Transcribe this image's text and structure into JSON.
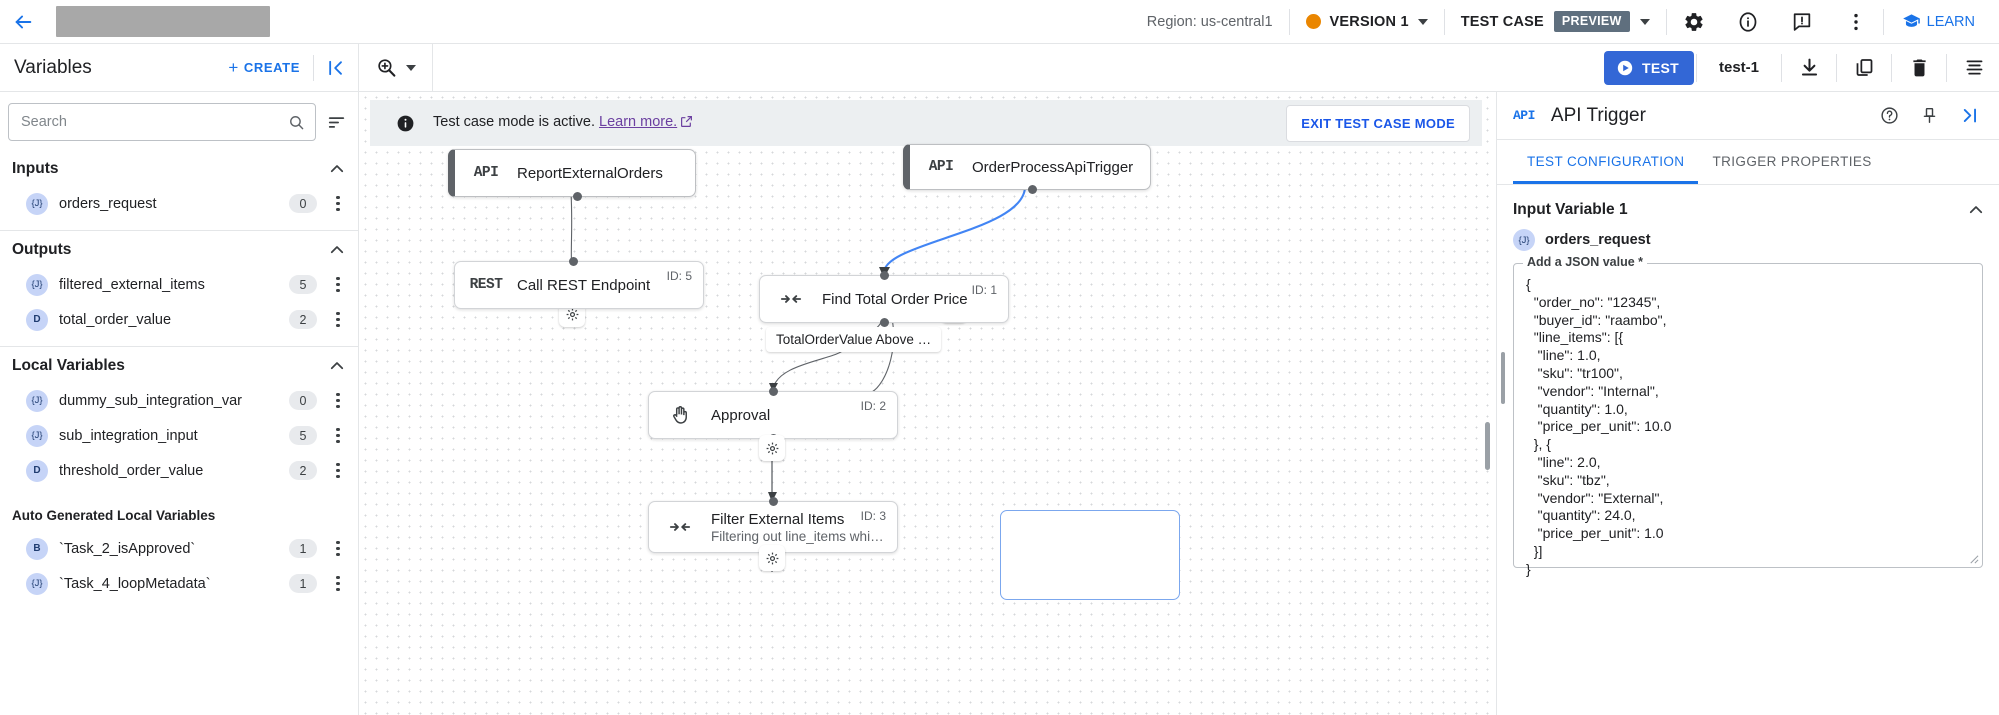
{
  "topbar": {
    "back_icon": "arrow-left-icon",
    "title_redacted": "",
    "region": "Region: us-central1",
    "version_label": "VERSION 1",
    "version_dot_color": "#ea8600",
    "test_case_label": "TEST CASE",
    "preview_badge": "PREVIEW",
    "icons": [
      "gear-icon",
      "info-icon",
      "feedback-icon",
      "more-vert-icon"
    ],
    "learn_label": "LEARN"
  },
  "toolbar": {
    "variables_title": "Variables",
    "create_label": "CREATE",
    "collapse_icon": "collapse-left-icon",
    "zoom_icon": "zoom-in-icon",
    "test_button": "TEST",
    "test_case_name": "test-1",
    "icons": [
      "download-icon",
      "copy-icon",
      "delete-icon",
      "logs-icon"
    ]
  },
  "sidebar": {
    "search_placeholder": "Search",
    "search_value": "",
    "sort_icon": "sort-icon",
    "sections": [
      {
        "title": "Inputs",
        "items": [
          {
            "type": "{J}",
            "name": "orders_request",
            "count": "0"
          }
        ]
      },
      {
        "title": "Outputs",
        "items": [
          {
            "type": "{J}",
            "name": "filtered_external_items",
            "count": "5"
          },
          {
            "type": "D",
            "name": "total_order_value",
            "count": "2"
          }
        ]
      },
      {
        "title": "Local Variables",
        "items": [
          {
            "type": "{J}",
            "name": "dummy_sub_integration_var",
            "count": "0"
          },
          {
            "type": "{J}",
            "name": "sub_integration_input",
            "count": "5"
          },
          {
            "type": "D",
            "name": "threshold_order_value",
            "count": "2"
          }
        ]
      }
    ],
    "auto_section": {
      "title": "Auto Generated Local Variables",
      "items": [
        {
          "type": "B",
          "name": "`Task_2_isApproved`",
          "count": "1"
        },
        {
          "type": "{J}",
          "name": "`Task_4_loopMetadata`",
          "count": "1"
        }
      ]
    }
  },
  "canvas": {
    "banner": {
      "message": "Test case mode is active.",
      "link": "Learn more.",
      "exit_button": "EXIT TEST CASE MODE"
    },
    "nodes": [
      {
        "id": "n1",
        "icon": "API",
        "title": "ReportExternalOrders",
        "sub": "",
        "node_id": ""
      },
      {
        "id": "n2",
        "icon": "API",
        "title": "OrderProcessApiTrigger",
        "sub": "",
        "node_id": ""
      },
      {
        "id": "n3",
        "icon": "REST",
        "title": "Call REST Endpoint",
        "sub": "",
        "node_id": "ID: 5"
      },
      {
        "id": "n4",
        "icon": "map-icon",
        "title": "Find Total Order Price",
        "sub": "",
        "node_id": "ID: 1"
      },
      {
        "id": "n5",
        "icon": "hand-icon",
        "title": "Approval",
        "sub": "",
        "node_id": "ID: 2"
      },
      {
        "id": "n6",
        "icon": "map-icon",
        "title": "Filter External Items",
        "sub": "Filtering out line_items whi…",
        "node_id": "ID: 3"
      }
    ],
    "edge_labels": [
      {
        "text": "TotalOrderValue Above …"
      }
    ]
  },
  "rightpanel": {
    "api_tag": "API",
    "title": "API Trigger",
    "icons": [
      "help-icon",
      "pin-icon",
      "expand-right-icon"
    ],
    "tabs": [
      {
        "label": "TEST CONFIGURATION",
        "active": true
      },
      {
        "label": "TRIGGER PROPERTIES",
        "active": false
      }
    ],
    "section_title": "Input Variable 1",
    "variable_type": "{J}",
    "variable_name": "orders_request",
    "json_legend": "Add a JSON value *",
    "json_value": "{\n  \"order_no\": \"12345\",\n  \"buyer_id\": \"raambo\",\n  \"line_items\": [{\n   \"line\": 1.0,\n   \"sku\": \"tr100\",\n   \"vendor\": \"Internal\",\n   \"quantity\": 1.0,\n   \"price_per_unit\": 10.0\n  }, {\n   \"line\": 2.0,\n   \"sku\": \"tbz\",\n   \"vendor\": \"External\",\n   \"quantity\": 24.0,\n   \"price_per_unit\": 1.0\n  }]\n}"
  },
  "colors": {
    "accent_blue": "#1a73e8",
    "test_button_blue": "#3367d6",
    "version_orange": "#ea8600",
    "preview_badge": "#5f6f7e",
    "learn_link_purple": "#6b3fa0"
  }
}
